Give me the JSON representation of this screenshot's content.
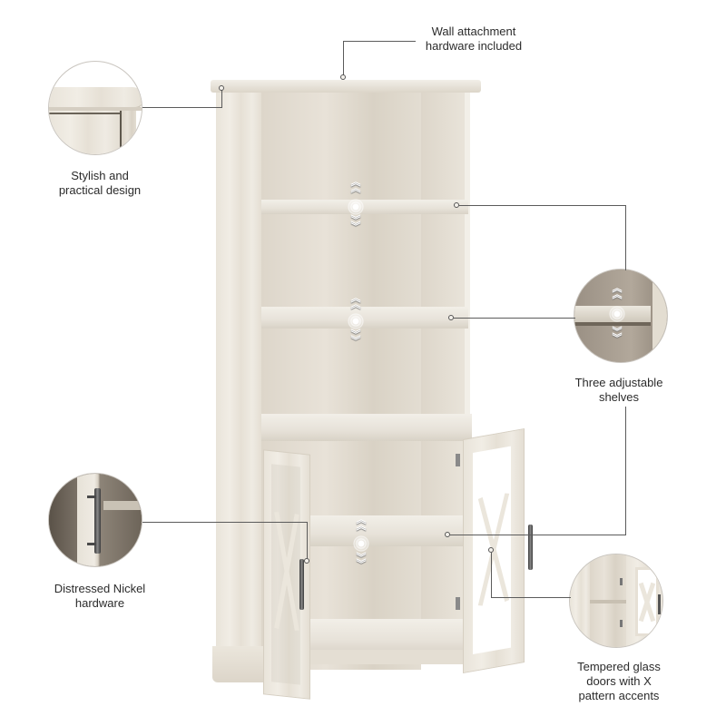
{
  "product": {
    "type": "bookcase with glass doors",
    "finish_colors": {
      "wood": "#ebe6dc",
      "shadow": "#d6cfc2",
      "hardware": "#4a4a4a",
      "leader_line": "#5b5b5b"
    }
  },
  "callouts": [
    {
      "id": "wall-attachment",
      "text": "Wall attachment\nhardware included"
    },
    {
      "id": "stylish-design",
      "text": "Stylish and\npractical design"
    },
    {
      "id": "adjustable-shelves",
      "text": "Three adjustable\nshelves"
    },
    {
      "id": "nickel-hardware",
      "text": "Distressed Nickel\nhardware"
    },
    {
      "id": "tempered-glass",
      "text": "Tempered glass\ndoors with X\npattern accents"
    }
  ],
  "icons": {
    "shelf_adjust": "chevron-up-down-icon",
    "chevron_up": "︽",
    "chevron_down": "︾"
  }
}
